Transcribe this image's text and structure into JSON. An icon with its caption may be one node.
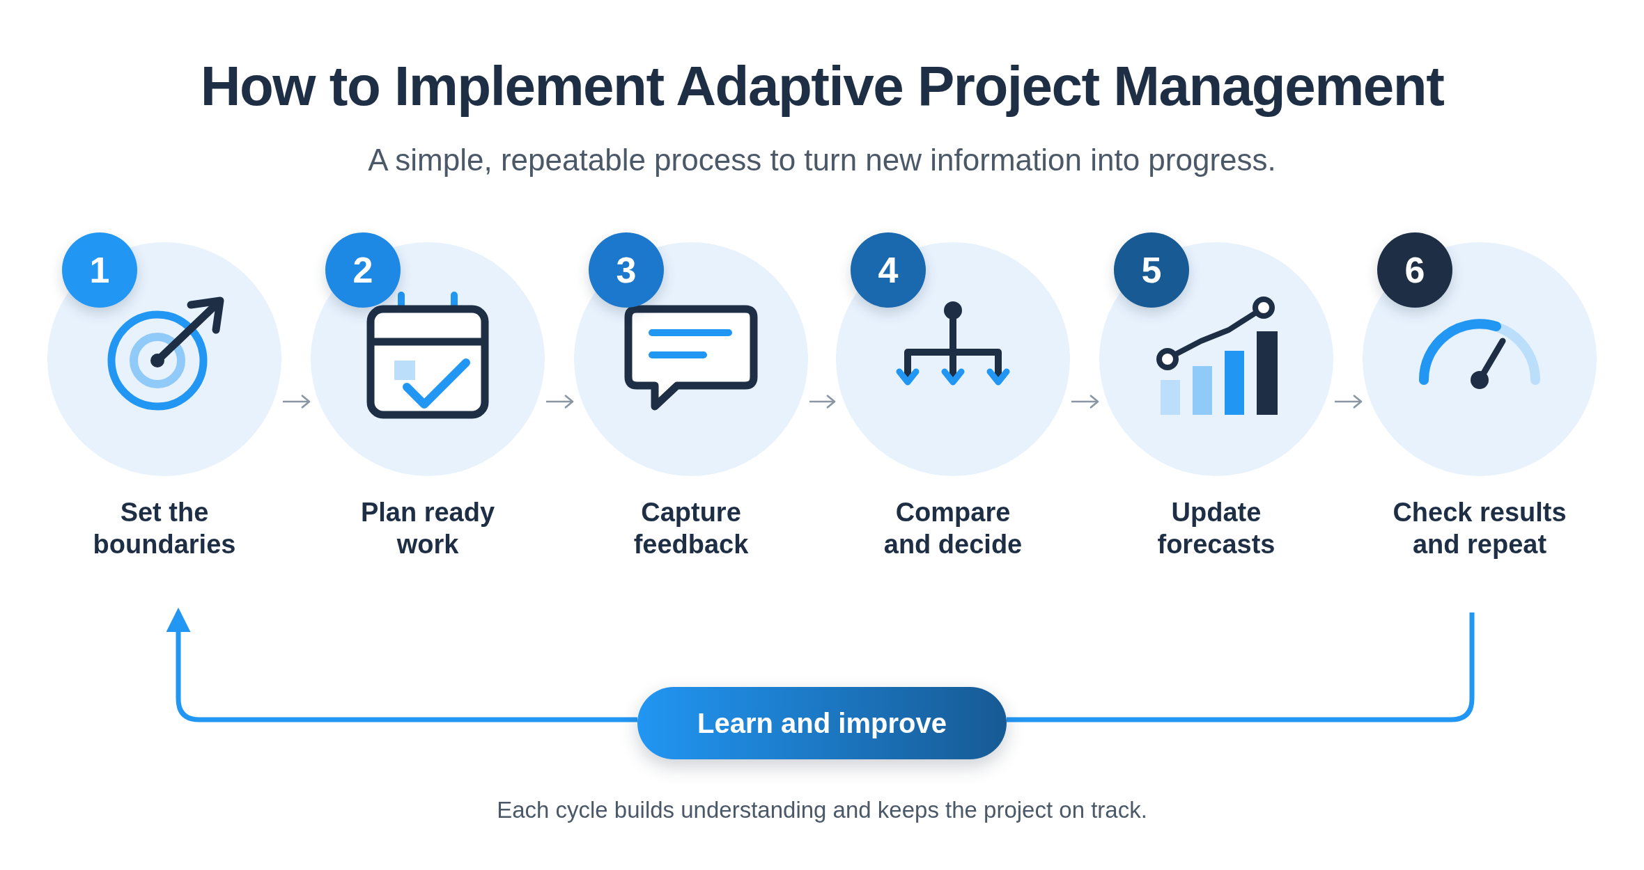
{
  "diagram": {
    "title": "How to Implement Adaptive Project Management",
    "caption": "Each cycle builds understanding and keeps the project on track.",
    "labels": [
      "A simple, repeatable process to turn new information into progress."
    ],
    "nodes": [
      {
        "text": [
          "1",
          "Set the boundaries"
        ]
      },
      {
        "text": [
          "2",
          "Plan ready work"
        ]
      },
      {
        "text": [
          "3",
          "Capture feedback"
        ]
      },
      {
        "text": [
          "4",
          "Compare and decide"
        ]
      },
      {
        "text": [
          "5",
          "Update forecasts"
        ]
      },
      {
        "text": [
          "6",
          "Check results and repeat"
        ]
      },
      {
        "text": [
          "Learn and improve"
        ]
      }
    ],
    "edges": [
      {
        "from": 0,
        "to": 1,
        "arrow": "to"
      },
      {
        "from": 1,
        "to": 2,
        "arrow": "to"
      },
      {
        "from": 2,
        "to": 3,
        "arrow": "to"
      },
      {
        "from": 3,
        "to": 4,
        "arrow": "to"
      },
      {
        "from": 4,
        "to": 5,
        "arrow": "to"
      },
      {
        "from": 5,
        "to": 6,
        "arrow": "none",
        "style": "thick",
        "color": "#2196f3"
      },
      {
        "from": 6,
        "to": 0,
        "arrow": "to",
        "style": "thick",
        "color": "#2196f3"
      }
    ]
  }
}
